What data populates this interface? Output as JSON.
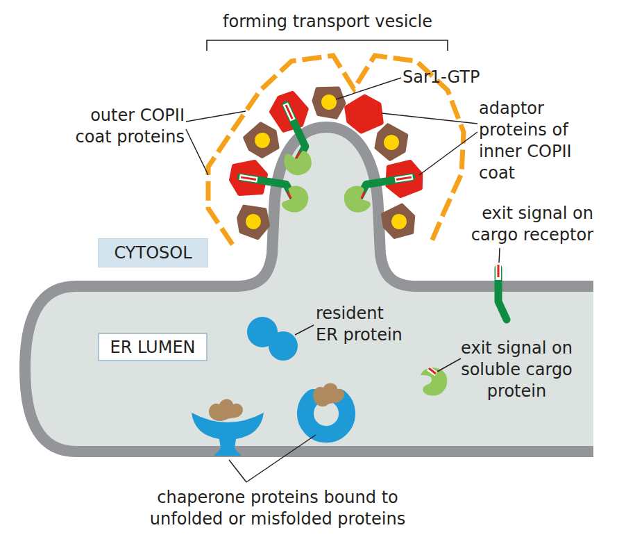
{
  "diagram": {
    "nodes": [
      {
        "text": [
          "CYTOSOL"
        ]
      },
      {
        "text": [
          "ER LUMEN"
        ]
      }
    ],
    "labels": [
      "forming transport vesicle",
      "Sar1-GTP",
      "outer COPII coat proteins",
      "adaptor proteins of inner COPII coat",
      "exit signal on cargo receptor",
      "resident ER protein",
      "exit signal on soluble cargo protein",
      "chaperone proteins bound to unfolded or misfolded proteins"
    ]
  }
}
